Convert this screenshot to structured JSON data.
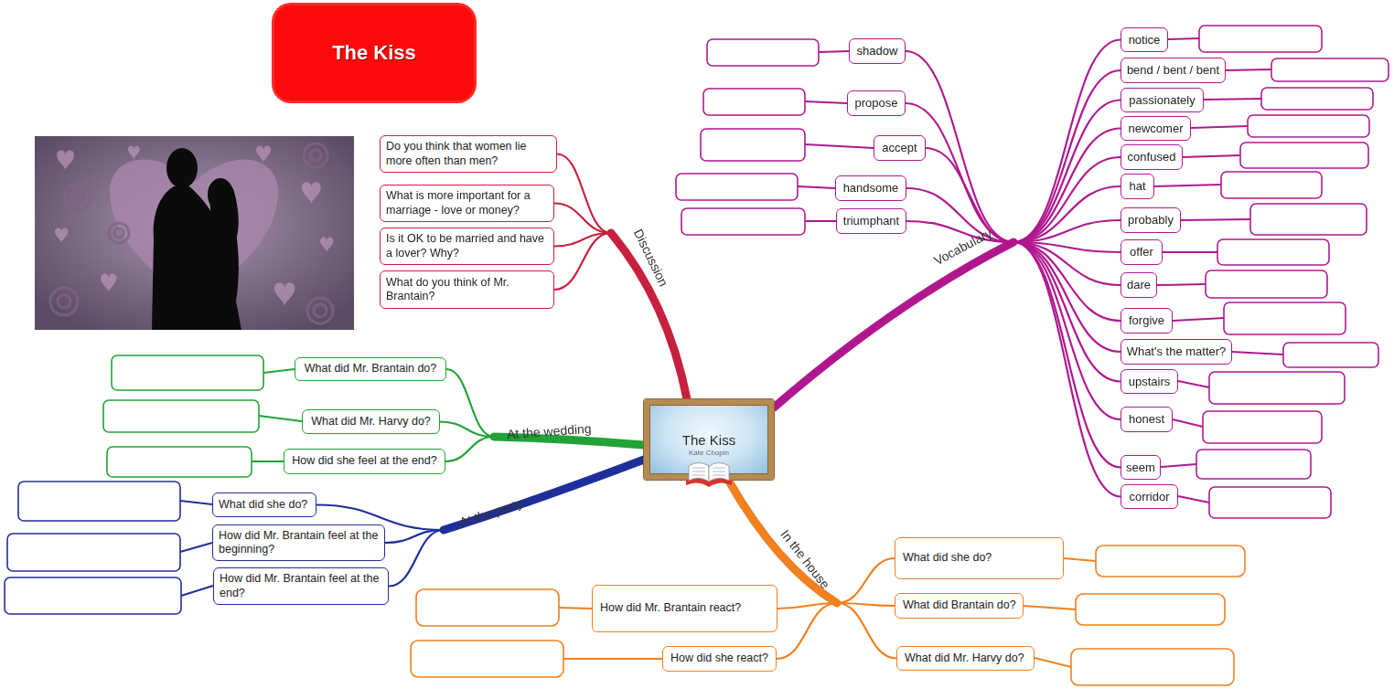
{
  "diagram": {
    "nodes": [
      {
        "text": [
          "The Kiss"
        ]
      },
      {
        "text": [
          "The Kiss",
          "Kate Chopin"
        ]
      },
      {
        "text": [
          "Do you think that women lie more often than men?"
        ]
      },
      {
        "text": [
          "What is more important for a marriage - love or money?"
        ]
      },
      {
        "text": [
          "Is it OK to be married and have a lover? Why?"
        ]
      },
      {
        "text": [
          "What do you think of Mr. Brantain?"
        ]
      },
      {
        "text": [
          "shadow"
        ]
      },
      {
        "text": [
          "propose"
        ]
      },
      {
        "text": [
          "accept"
        ]
      },
      {
        "text": [
          "handsome"
        ]
      },
      {
        "text": [
          "triumphant"
        ]
      },
      {
        "text": [
          "notice"
        ]
      },
      {
        "text": [
          "bend / bent / bent"
        ]
      },
      {
        "text": [
          "passionately"
        ]
      },
      {
        "text": [
          "newcomer"
        ]
      },
      {
        "text": [
          "confused"
        ]
      },
      {
        "text": [
          "hat"
        ]
      },
      {
        "text": [
          "probably"
        ]
      },
      {
        "text": [
          "offer"
        ]
      },
      {
        "text": [
          "dare"
        ]
      },
      {
        "text": [
          "forgive"
        ]
      },
      {
        "text": [
          "What's the matter?"
        ]
      },
      {
        "text": [
          "upstairs"
        ]
      },
      {
        "text": [
          "honest"
        ]
      },
      {
        "text": [
          "seem"
        ]
      },
      {
        "text": [
          "corridor"
        ]
      },
      {
        "text": [
          "What did Mr. Brantain do?"
        ]
      },
      {
        "text": [
          "What did Mr. Harvy do?"
        ]
      },
      {
        "text": [
          "How did she feel at the end?"
        ]
      },
      {
        "text": [
          "What did she do?"
        ]
      },
      {
        "text": [
          "How did Mr. Brantain feel at the beginning?"
        ]
      },
      {
        "text": [
          "How did Mr. Brantain feel at the end?"
        ]
      },
      {
        "text": [
          "What did she do?"
        ]
      },
      {
        "text": [
          "What did Brantain do?"
        ]
      },
      {
        "text": [
          "What did Mr. Harvy do?"
        ]
      },
      {
        "text": [
          "How did Mr. Brantain react?"
        ]
      },
      {
        "text": [
          "How did she react?"
        ]
      }
    ],
    "edges": [
      {
        "from": 1,
        "to": 2,
        "arrow": "none"
      },
      {
        "from": 1,
        "to": 3,
        "arrow": "none"
      },
      {
        "from": 1,
        "to": 4,
        "arrow": "none"
      },
      {
        "from": 1,
        "to": 5,
        "arrow": "none"
      },
      {
        "from": 1,
        "to": 6,
        "arrow": "none"
      },
      {
        "from": 1,
        "to": 7,
        "arrow": "none"
      },
      {
        "from": 1,
        "to": 8,
        "arrow": "none"
      },
      {
        "from": 1,
        "to": 9,
        "arrow": "none"
      },
      {
        "from": 1,
        "to": 10,
        "arrow": "none"
      },
      {
        "from": 1,
        "to": 11,
        "arrow": "none"
      },
      {
        "from": 1,
        "to": 12,
        "arrow": "none"
      },
      {
        "from": 1,
        "to": 13,
        "arrow": "none"
      },
      {
        "from": 1,
        "to": 14,
        "arrow": "none"
      },
      {
        "from": 1,
        "to": 15,
        "arrow": "none"
      },
      {
        "from": 1,
        "to": 16,
        "arrow": "none"
      },
      {
        "from": 1,
        "to": 17,
        "arrow": "none"
      },
      {
        "from": 1,
        "to": 18,
        "arrow": "none"
      },
      {
        "from": 1,
        "to": 19,
        "arrow": "none"
      },
      {
        "from": 1,
        "to": 20,
        "arrow": "none"
      },
      {
        "from": 1,
        "to": 21,
        "arrow": "none"
      },
      {
        "from": 1,
        "to": 22,
        "arrow": "none"
      },
      {
        "from": 1,
        "to": 23,
        "arrow": "none"
      },
      {
        "from": 1,
        "to": 24,
        "arrow": "none"
      },
      {
        "from": 1,
        "to": 25,
        "arrow": "none"
      },
      {
        "from": 1,
        "to": 26,
        "arrow": "none"
      },
      {
        "from": 1,
        "to": 27,
        "arrow": "none"
      },
      {
        "from": 1,
        "to": 28,
        "arrow": "none"
      },
      {
        "from": 1,
        "to": 29,
        "arrow": "none"
      },
      {
        "from": 1,
        "to": 30,
        "arrow": "none"
      },
      {
        "from": 1,
        "to": 31,
        "arrow": "none"
      },
      {
        "from": 1,
        "to": 32,
        "arrow": "none"
      },
      {
        "from": 1,
        "to": 33,
        "arrow": "none"
      },
      {
        "from": 1,
        "to": 34,
        "arrow": "none"
      },
      {
        "from": 1,
        "to": 35,
        "arrow": "none"
      },
      {
        "from": 1,
        "to": 36,
        "arrow": "none"
      }
    ],
    "labels": [
      "Discussion",
      "Vocabulary",
      "At the wedding",
      "At the party",
      "In the house"
    ]
  }
}
